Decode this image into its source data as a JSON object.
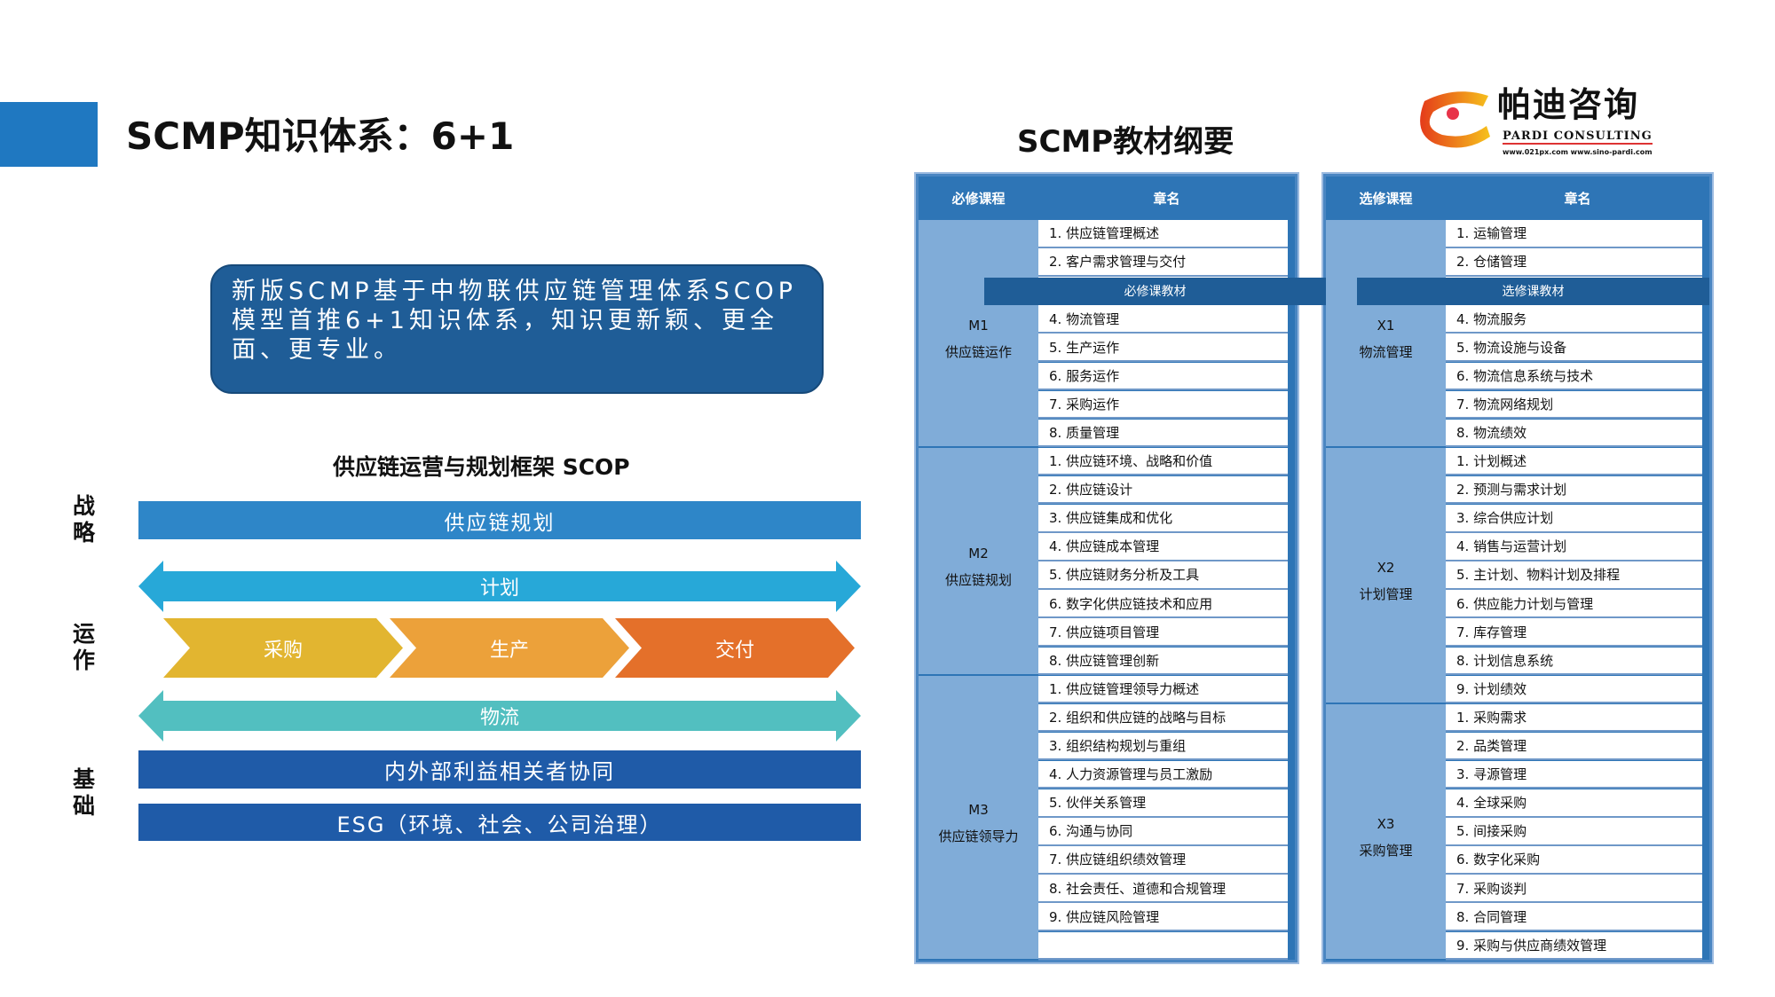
{
  "header": {
    "title": "SCMP知识体系：6+1",
    "subtitle": "SCMP教材纲要"
  },
  "logo": {
    "cn": "帕迪咨询",
    "en": "PARDI CONSULTING",
    "urls": "www.021px.com   www.sino-pardi.com"
  },
  "intro": "新版SCMP基于中物联供应链管理体系SCOP模型首推6+1知识体系，知识更新颖、更全面、更专业。",
  "scop": {
    "title": "供应链运营与规划框架 SCOP",
    "side_labels": [
      "战略",
      "运作",
      "基础"
    ],
    "planning": "供应链规划",
    "plan": "计划",
    "flow": [
      "采购",
      "生产",
      "交付"
    ],
    "logistics": "物流",
    "collab": "内外部利益相关者协同",
    "esg": "ESG（环境、社会、公司治理）",
    "colors": {
      "planning": "#2e86c8",
      "plan": "#27a8d8",
      "procure": "#e2b530",
      "produce": "#eca13a",
      "deliver": "#e4702a",
      "logistics": "#52bfc0",
      "base": "#1f5ba8"
    }
  },
  "required": {
    "header": [
      "必修课程",
      "章名"
    ],
    "banner": "必修课教材",
    "groups": [
      {
        "code": "M1",
        "name": "供应链运作",
        "items": [
          "1. 供应链管理概述",
          "2. 客户需求管理与交付",
          "",
          "4. 物流管理",
          "5. 生产运作",
          "6. 服务运作",
          "7. 采购运作",
          "8. 质量管理"
        ]
      },
      {
        "code": "M2",
        "name": "供应链规划",
        "items": [
          "1. 供应链环境、战略和价值",
          "2. 供应链设计",
          "3. 供应链集成和优化",
          "4. 供应链成本管理",
          "5. 供应链财务分析及工具",
          "6. 数字化供应链技术和应用",
          "7. 供应链项目管理",
          "8. 供应链管理创新"
        ]
      },
      {
        "code": "M3",
        "name": "供应链领导力",
        "items": [
          "1. 供应链管理领导力概述",
          "2. 组织和供应链的战略与目标",
          "3. 组织结构规划与重组",
          "4. 人力资源管理与员工激励",
          "5. 伙伴关系管理",
          "6. 沟通与协同",
          "7. 供应链组织绩效管理",
          "8. 社会责任、道德和合规管理",
          "9. 供应链风险管理",
          ""
        ]
      }
    ]
  },
  "elective": {
    "header": [
      "选修课程",
      "章名"
    ],
    "banner": "选修课教材",
    "groups": [
      {
        "code": "X1",
        "name": "物流管理",
        "items": [
          "1. 运输管理",
          "2. 仓储管理",
          "",
          "4. 物流服务",
          "5. 物流设施与设备",
          "6. 物流信息系统与技术",
          "7. 物流网络规划",
          "8. 物流绩效"
        ]
      },
      {
        "code": "X2",
        "name": "计划管理",
        "items": [
          "1. 计划概述",
          "2. 预测与需求计划",
          "3. 综合供应计划",
          "4. 销售与运营计划",
          "5. 主计划、物料计划及排程",
          "6. 供应能力计划与管理",
          "7. 库存管理",
          "8. 计划信息系统",
          "9. 计划绩效"
        ]
      },
      {
        "code": "X3",
        "name": "采购管理",
        "items": [
          "1. 采购需求",
          "2. 品类管理",
          "3. 寻源管理",
          "4. 全球采购",
          "5. 间接采购",
          "6. 数字化采购",
          "7. 采购谈判",
          "8. 合同管理",
          "9. 采购与供应商绩效管理"
        ]
      }
    ]
  }
}
